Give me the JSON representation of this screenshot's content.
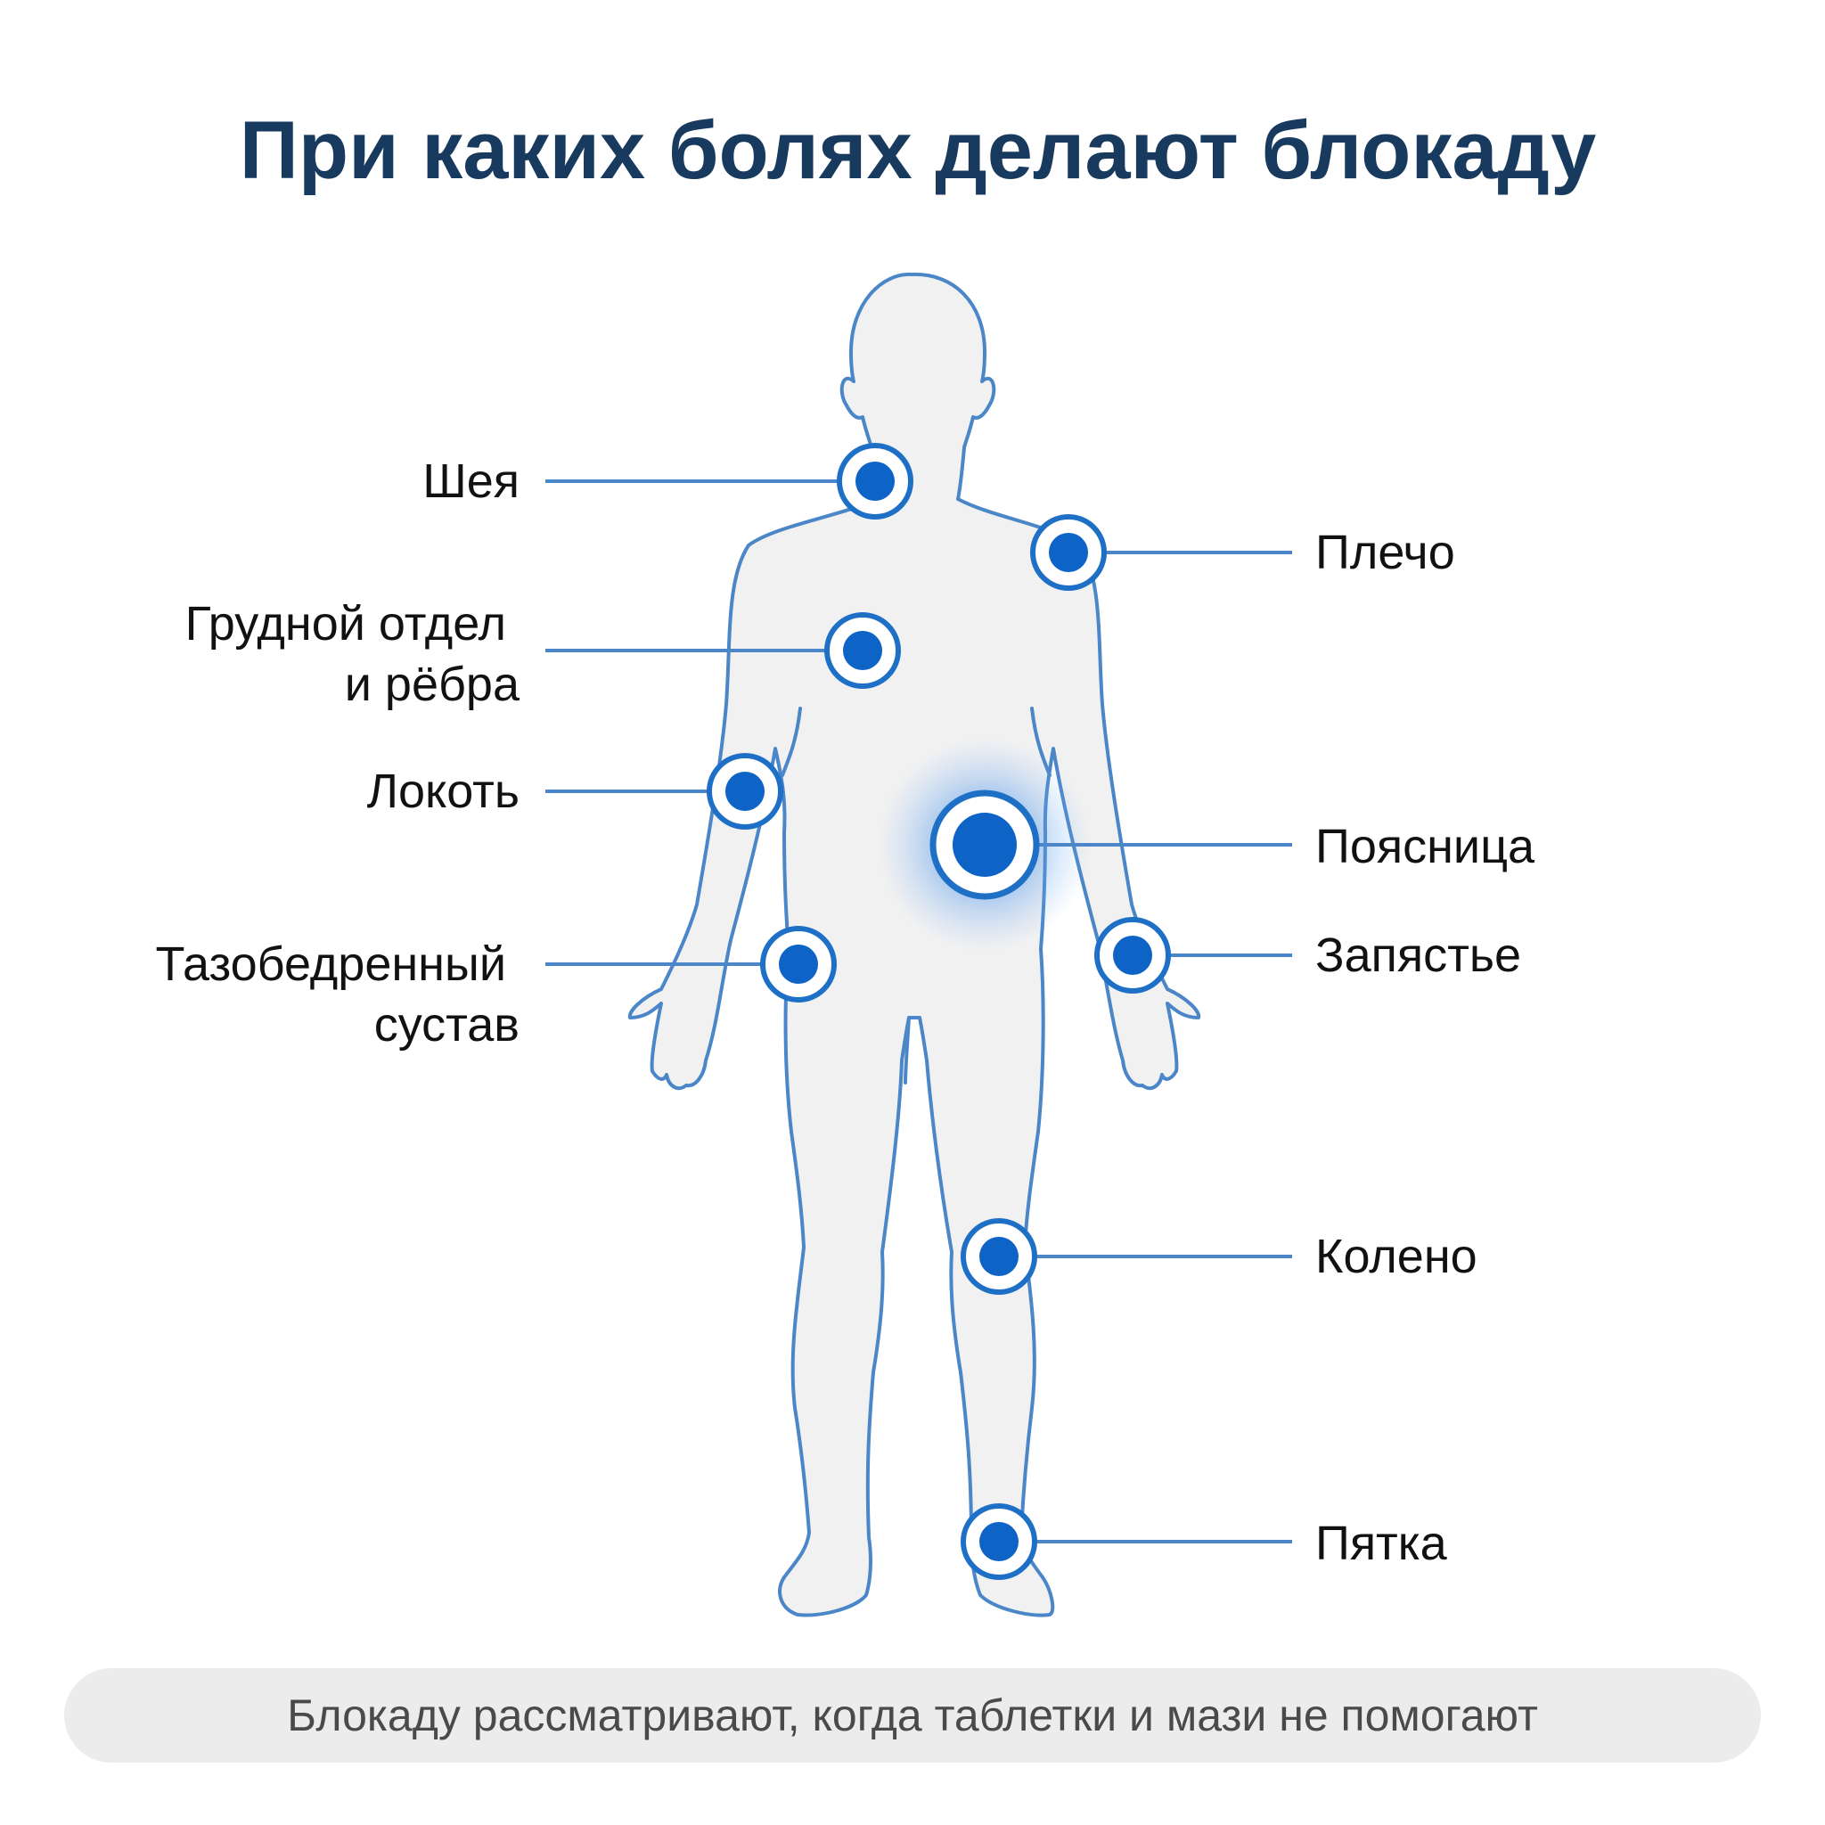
{
  "title": "При каких болях делают блокаду",
  "accent_color": "#0e63c7",
  "outline_color": "#4a86c8",
  "pain_points": {
    "neck": {
      "label": [
        "Шея"
      ]
    },
    "shoulder": {
      "label": [
        "Плечо"
      ]
    },
    "thoracic": {
      "label": [
        "Грудной отдел",
        "и рёбра"
      ]
    },
    "elbow": {
      "label": [
        "Локоть"
      ]
    },
    "lower_back": {
      "label": [
        "Поясница"
      ],
      "highlighted": true
    },
    "hip": {
      "label": [
        "Тазобедренный",
        "сустав"
      ]
    },
    "wrist": {
      "label": [
        "Запястье"
      ]
    },
    "knee": {
      "label": [
        "Колено"
      ]
    },
    "heel": {
      "label": [
        "Пятка"
      ]
    }
  },
  "footer": {
    "text": "Блокаду рассматривают, когда таблетки и мази не помогают"
  }
}
